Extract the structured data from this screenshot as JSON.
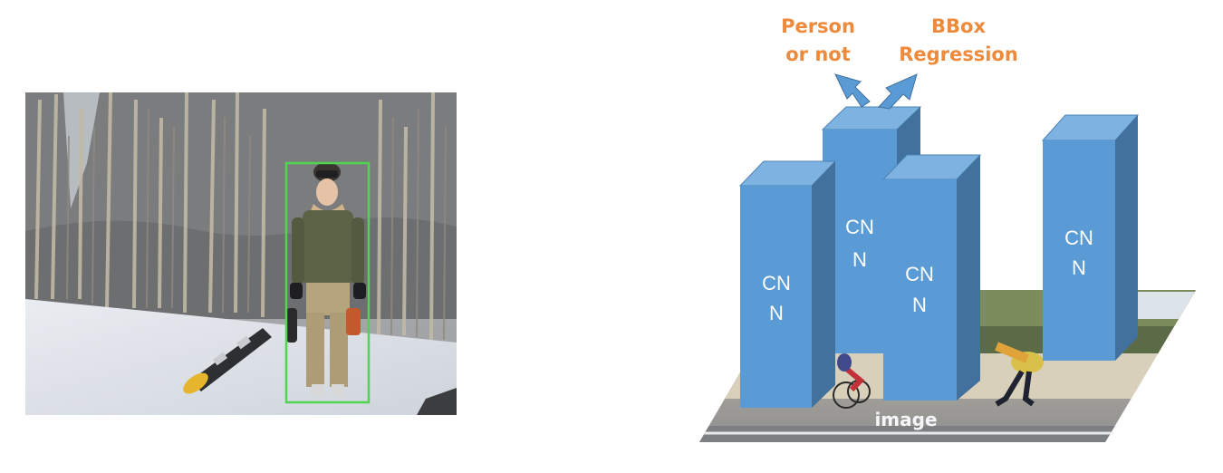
{
  "outputs": {
    "classification": [
      "Person",
      "or not"
    ],
    "regression": [
      "BBox",
      "Regression"
    ]
  },
  "cnn_blocks": [
    {
      "line1": "CN",
      "line2": "N"
    },
    {
      "line1": "CN",
      "line2": "N"
    },
    {
      "line1": "CN",
      "line2": "N"
    },
    {
      "line1": "CN",
      "line2": "N"
    }
  ],
  "image_plane": {
    "label": "image"
  },
  "colors": {
    "block_front": "#5a9bd5",
    "block_side": "#41719c",
    "block_top": "#7eb2e0",
    "label_orange": "#ee8a3c",
    "bbox_green": "#4fd64f"
  }
}
